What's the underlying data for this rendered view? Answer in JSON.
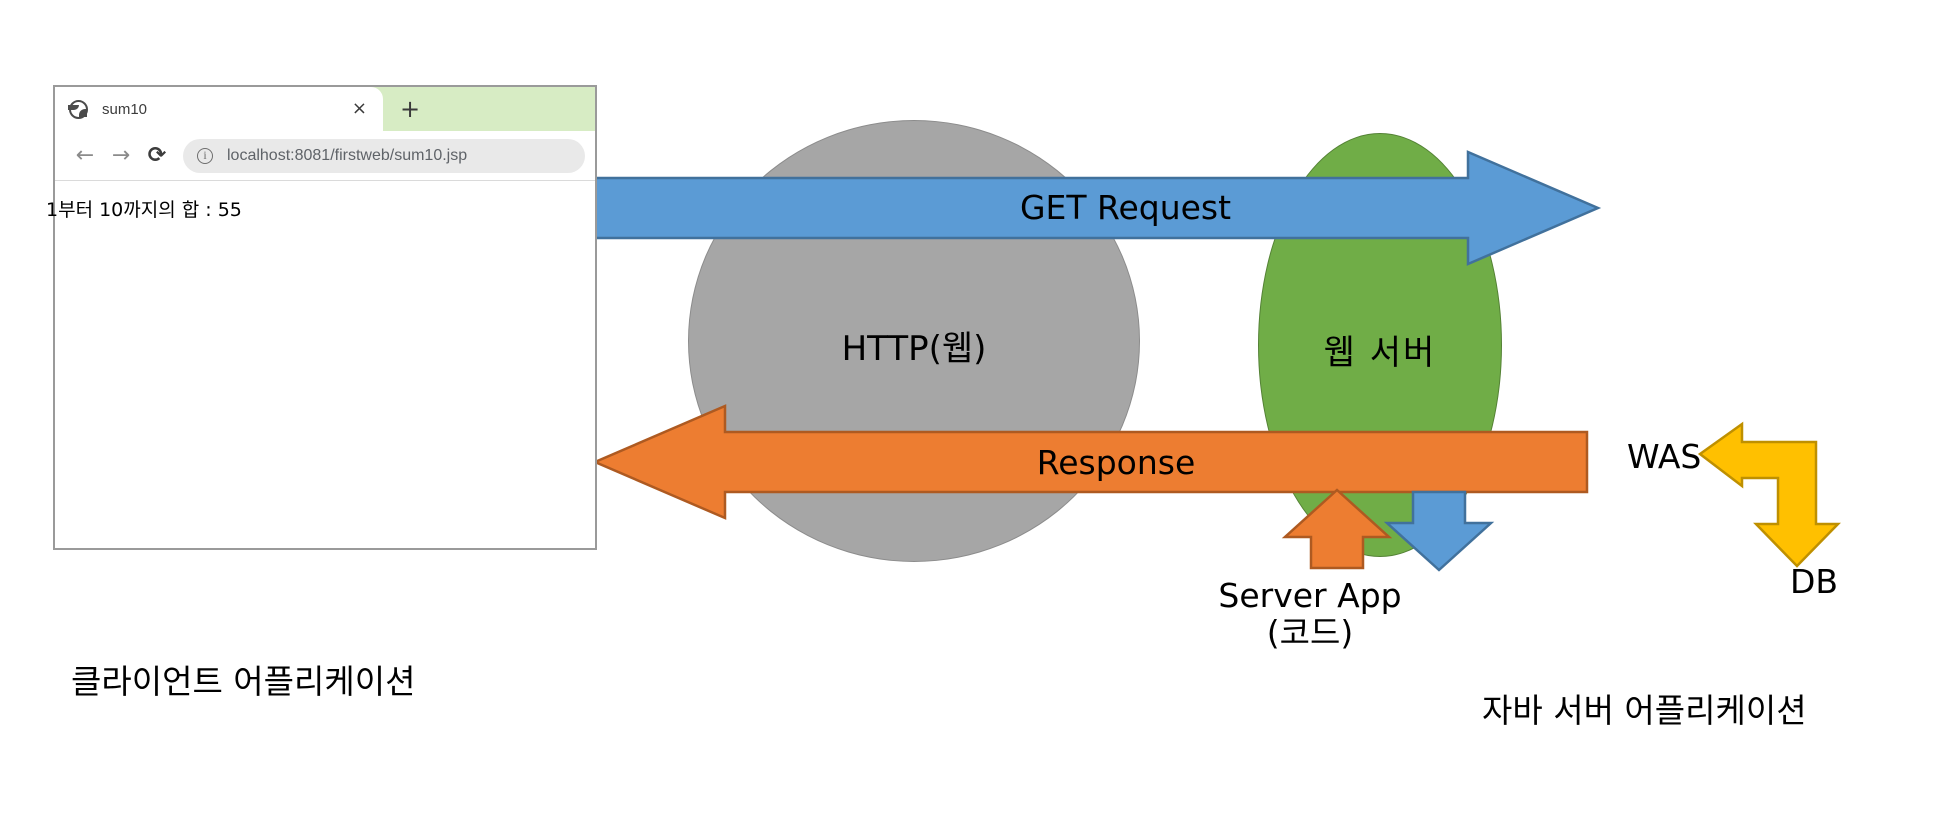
{
  "browser": {
    "tab": {
      "favicon": "globe-icon",
      "title": "sum10",
      "close_label": "×",
      "new_tab_label": "+"
    },
    "nav": {
      "back_label": "←",
      "forward_label": "→",
      "reload_label": "⟳",
      "info_icon": "info-circle-icon"
    },
    "omnibox": {
      "url": "localhost:8081/firstweb/sum10.jsp"
    },
    "page": {
      "content_text": "1부터 10까지의 합 : 55"
    }
  },
  "diagram": {
    "http_ellipse": {
      "label": "HTTP(웹)",
      "fill": "#a6a6a6",
      "stroke": "#8c8c8c"
    },
    "webserver_ellipse": {
      "label": "웹 서버",
      "fill": "#70ad47",
      "stroke": "#548235"
    },
    "get_request_arrow": {
      "label": "GET Request",
      "fill": "#5b9bd5",
      "stroke": "#41719c",
      "direction": "right"
    },
    "response_arrow": {
      "label": "Response",
      "fill": "#ed7d31",
      "stroke": "#ae5a21",
      "direction": "left"
    },
    "server_up_arrow": {
      "fill": "#ed7d31",
      "stroke": "#ae5a21",
      "direction": "up"
    },
    "server_down_arrow": {
      "fill": "#5b9bd5",
      "stroke": "#41719c",
      "direction": "down"
    },
    "was_db_arrow": {
      "fill": "#ffc000",
      "stroke": "#bf9000",
      "direction": "bent-left-down"
    },
    "labels": {
      "was": "WAS",
      "db": "DB",
      "server_app_line1": "Server App",
      "server_app_line2": "(코드)",
      "client_app": "클라이언트 어플리케이션",
      "java_server_app": "자바 서버 어플리케이션"
    }
  }
}
